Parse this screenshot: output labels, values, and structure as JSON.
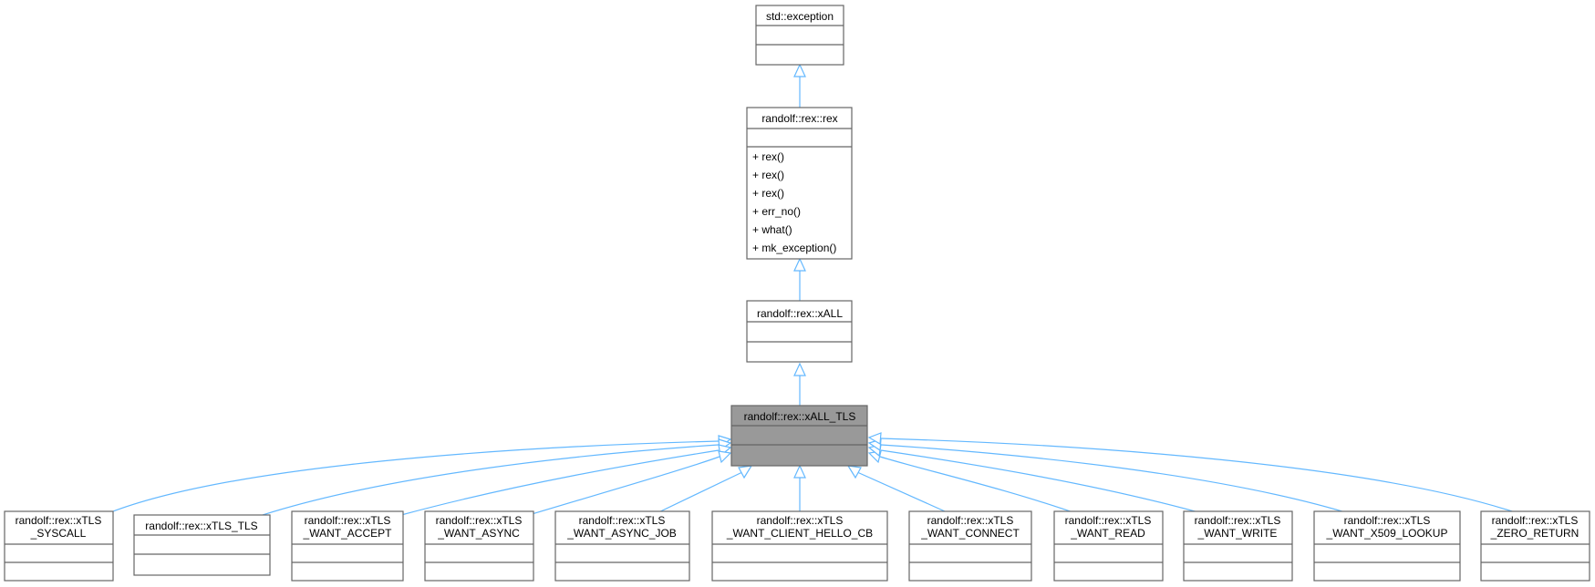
{
  "diagram": {
    "classes": {
      "std_exception": {
        "name": "std::exception",
        "members": []
      },
      "rex": {
        "name": "randolf::rex::rex",
        "members": [
          "+ rex()",
          "+ rex()",
          "+ rex()",
          "+ err_no()",
          "+ what()",
          "+ mk_exception()"
        ]
      },
      "xall": {
        "name": "randolf::rex::xALL",
        "members": []
      },
      "xall_tls": {
        "name": "randolf::rex::xALL_TLS",
        "members": [],
        "highlighted": true
      },
      "syscall": {
        "name_lines": [
          "randolf::rex::xTLS",
          "_SYSCALL"
        ]
      },
      "tls": {
        "name_lines": [
          "randolf::rex::xTLS_TLS"
        ]
      },
      "want_accept": {
        "name_lines": [
          "randolf::rex::xTLS",
          "_WANT_ACCEPT"
        ]
      },
      "want_async": {
        "name_lines": [
          "randolf::rex::xTLS",
          "_WANT_ASYNC"
        ]
      },
      "want_async_job": {
        "name_lines": [
          "randolf::rex::xTLS",
          "_WANT_ASYNC_JOB"
        ]
      },
      "want_client_hello_cb": {
        "name_lines": [
          "randolf::rex::xTLS",
          "_WANT_CLIENT_HELLO_CB"
        ]
      },
      "want_connect": {
        "name_lines": [
          "randolf::rex::xTLS",
          "_WANT_CONNECT"
        ]
      },
      "want_read": {
        "name_lines": [
          "randolf::rex::xTLS",
          "_WANT_READ"
        ]
      },
      "want_write": {
        "name_lines": [
          "randolf::rex::xTLS",
          "_WANT_WRITE"
        ]
      },
      "want_x509_lookup": {
        "name_lines": [
          "randolf::rex::xTLS",
          "_WANT_X509_LOOKUP"
        ]
      },
      "zero_return": {
        "name_lines": [
          "randolf::rex::xTLS",
          "_ZERO_RETURN"
        ]
      }
    },
    "inheritance": [
      {
        "child": "rex",
        "parent": "std_exception"
      },
      {
        "child": "xall",
        "parent": "rex"
      },
      {
        "child": "xall_tls",
        "parent": "xall"
      },
      {
        "child": "syscall",
        "parent": "xall_tls"
      },
      {
        "child": "tls",
        "parent": "xall_tls"
      },
      {
        "child": "want_accept",
        "parent": "xall_tls"
      },
      {
        "child": "want_async",
        "parent": "xall_tls"
      },
      {
        "child": "want_async_job",
        "parent": "xall_tls"
      },
      {
        "child": "want_client_hello_cb",
        "parent": "xall_tls"
      },
      {
        "child": "want_connect",
        "parent": "xall_tls"
      },
      {
        "child": "want_read",
        "parent": "xall_tls"
      },
      {
        "child": "want_write",
        "parent": "xall_tls"
      },
      {
        "child": "want_x509_lookup",
        "parent": "xall_tls"
      },
      {
        "child": "zero_return",
        "parent": "xall_tls"
      }
    ],
    "colors": {
      "edge": "#63b8ff",
      "box_border": "#666666",
      "highlight_fill": "#999999"
    }
  }
}
